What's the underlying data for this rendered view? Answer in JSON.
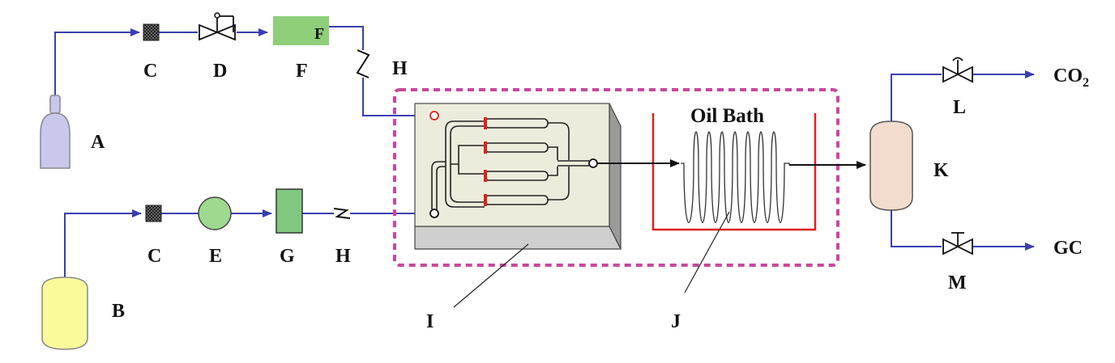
{
  "labels": {
    "A": "A",
    "B": "B",
    "C_top": "C",
    "C_bottom": "C",
    "D": "D",
    "E": "E",
    "F_label": "F",
    "F_box": "F",
    "G": "G",
    "H_top": "H",
    "H_bottom": "H",
    "I": "I",
    "J": "J",
    "K": "K",
    "L": "L",
    "M": "M",
    "oil_bath": "Oil Bath",
    "co2_main": "CO",
    "co2_sub": "2",
    "gc": "GC"
  },
  "colors": {
    "gas_pipe": "#3a3fb0",
    "gas_cylinder": "#c9c8ec",
    "liquid_tank": "#fafa9a",
    "mfc": "#8fcf7a",
    "pump": "#9fd88f",
    "preheater": "#80c780",
    "separator": "#f2dccd",
    "dashed_box": "#c8489a",
    "oil_bath": "#e02020",
    "inlet_marker": "#e02020"
  }
}
